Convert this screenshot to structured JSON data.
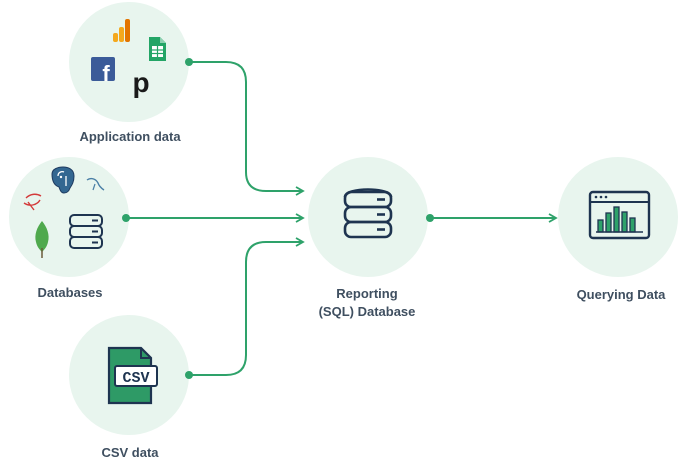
{
  "nodes": {
    "application": {
      "label": "Application data"
    },
    "databases": {
      "label": "Databases"
    },
    "reporting": {
      "label_line1": "Reporting",
      "label_line2": "(SQL) Database"
    },
    "querying": {
      "label": "Querying Data"
    },
    "csv": {
      "label": "CSV data",
      "icon_text": "CSV"
    },
    "facebook": {
      "icon_text": "f"
    },
    "pipedrive": {
      "icon_text": "p"
    }
  },
  "colors": {
    "circle_fill": "#e8f5ee",
    "accent_green": "#2ea26a",
    "dark_green": "#27865a",
    "navy": "#1e3450",
    "label_text": "#3f4f60",
    "facebook_blue": "#3b5b99",
    "analytics_orange": "#f4a81d",
    "postgres_blue": "#336791"
  }
}
